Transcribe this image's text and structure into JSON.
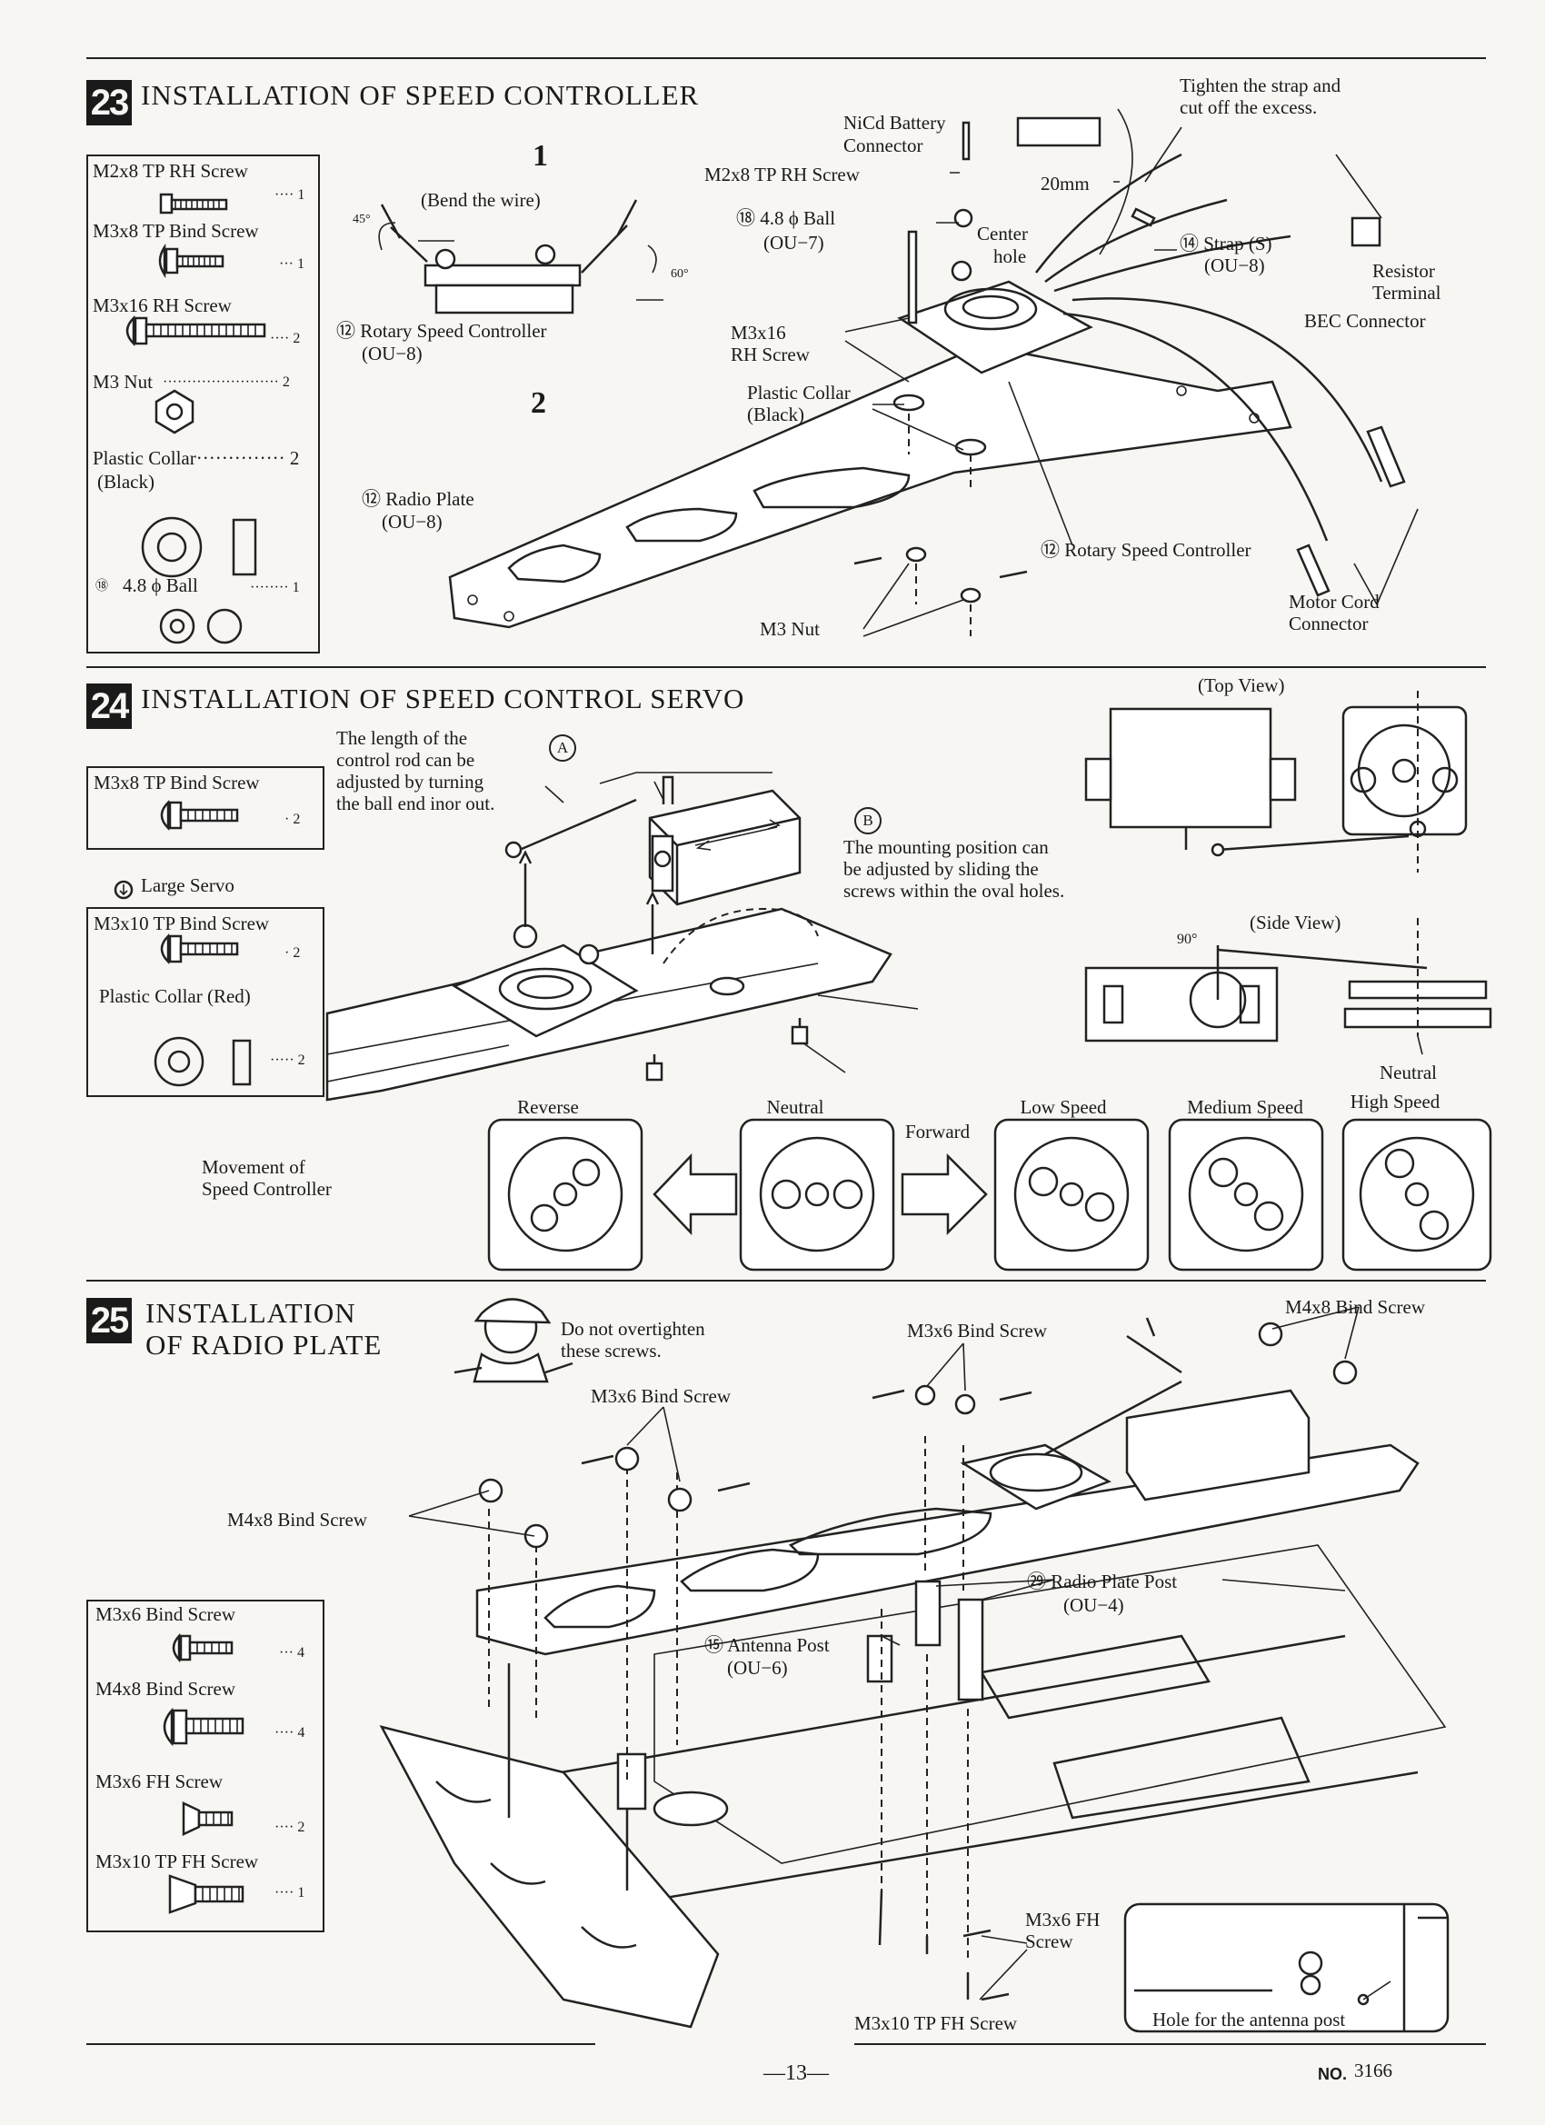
{
  "sections": [
    {
      "num": "23",
      "title": "INSTALLATION OF SPEED CONTROLLER",
      "parts": [
        {
          "label": "M2x8 TP RH Screw",
          "qty": "···· 1"
        },
        {
          "label": "M3x8 TP Bind Screw",
          "qty": "··· 1"
        },
        {
          "label": "M3x16 RH Screw",
          "qty": "···· 2"
        },
        {
          "label": "M3 Nut",
          "qty": "························ 2"
        },
        {
          "label": "Plastic Collar·············· 2",
          "qty": ""
        },
        {
          "label": "(Black)",
          "qty": ""
        },
        {
          "label": "4.8 ϕ Ball",
          "qty": "········ 1"
        }
      ],
      "ball_code": "⑱",
      "step1": "1",
      "step2": "2",
      "bend_wire": "(Bend the wire)",
      "angle1": "45°",
      "angle2": "60°",
      "labels": {
        "rotary_1": "⑫ Rotary Speed Controller",
        "rotary_1_code": "(OU−8)",
        "radio_plate": "⑫ Radio Plate",
        "radio_plate_code": "(OU−8)",
        "nicd": "NiCd Battery",
        "nicd2": "Connector",
        "m2x8": "M2x8 TP RH Screw",
        "ball": "⑱ 4.8 ϕ Ball",
        "ball_code": "(OU−7)",
        "center_hole1": "Center",
        "center_hole2": "hole",
        "m3x16_1": "M3x16",
        "m3x16_2": "RH Screw",
        "collar1": "Plastic Collar",
        "collar2": "(Black)",
        "tighten1": "Tighten the strap and",
        "tighten2": "cut off the excess.",
        "mm20": "20mm",
        "strap": "⑭ Strap (S)",
        "strap_code": "(OU−8)",
        "resistor1": "Resistor",
        "resistor2": "Terminal",
        "bec": "BEC Connector",
        "rotary_2": "⑫  Rotary Speed Controller",
        "motor1": "Motor Cord",
        "motor2": "Connector",
        "m3nut": "M3 Nut"
      }
    },
    {
      "num": "24",
      "title": "INSTALLATION OF SPEED CONTROL SERVO",
      "parts_a": [
        {
          "label": "M3x8 TP Bind Screw",
          "qty": "· 2"
        }
      ],
      "large_servo": "Large Servo",
      "parts_b": [
        {
          "label": "M3x10 TP Bind Screw",
          "qty": "· 2"
        },
        {
          "label": "Plastic Collar  (Red)",
          "qty": ""
        },
        {
          "label": "",
          "qty": "····· 2"
        }
      ],
      "labels": {
        "rod1": "The length of the",
        "rod2": "control rod can be",
        "rod3": "adjusted by turning",
        "rod4": "the ball end inor out.",
        "a": "A",
        "b": "B",
        "mount1": "The mounting position can",
        "mount2": "be adjusted by sliding the",
        "mount3": "screws within the oval holes.",
        "top_view": "(Top View)",
        "side_view": "(Side View)",
        "angle90": "90°",
        "neutral_side": "Neutral",
        "movement1": "Movement of",
        "movement2": "Speed Controller",
        "forward": "Forward"
      },
      "positions": [
        "Reverse",
        "Neutral",
        "Low Speed",
        "Medium Speed",
        "High Speed"
      ]
    },
    {
      "num": "25",
      "title1": "INSTALLATION",
      "title2": "OF RADIO PLATE",
      "note1": "Do not overtighten",
      "note2": "these screws.",
      "parts": [
        {
          "label": "M3x6 Bind Screw",
          "qty": "··· 4"
        },
        {
          "label": "M4x8 Bind Screw",
          "qty": "···· 4"
        },
        {
          "label": "M3x6 FH Screw",
          "qty": "···· 2"
        },
        {
          "label": "M3x10 TP FH Screw",
          "qty": "···· 1"
        }
      ],
      "labels": {
        "m3x6_top": "M3x6 Bind Screw",
        "m4x8_top": "M4x8 Bind Screw",
        "m3x6_left": "M3x6 Bind Screw",
        "m4x8_left": "M4x8 Bind Screw",
        "post": "㉙ Radio Plate Post",
        "post_code": "(OU−4)",
        "antenna": "⑮ Antenna Post",
        "antenna_code": "(OU−6)",
        "m3x6fh1": "M3x6 FH",
        "m3x6fh2": "Screw",
        "m3x10fh": "M3x10 TP FH Screw",
        "hole": "Hole for the antenna post"
      }
    }
  ],
  "footer": {
    "page": "—13—",
    "no_label": "NO.",
    "no_value": "3166"
  }
}
